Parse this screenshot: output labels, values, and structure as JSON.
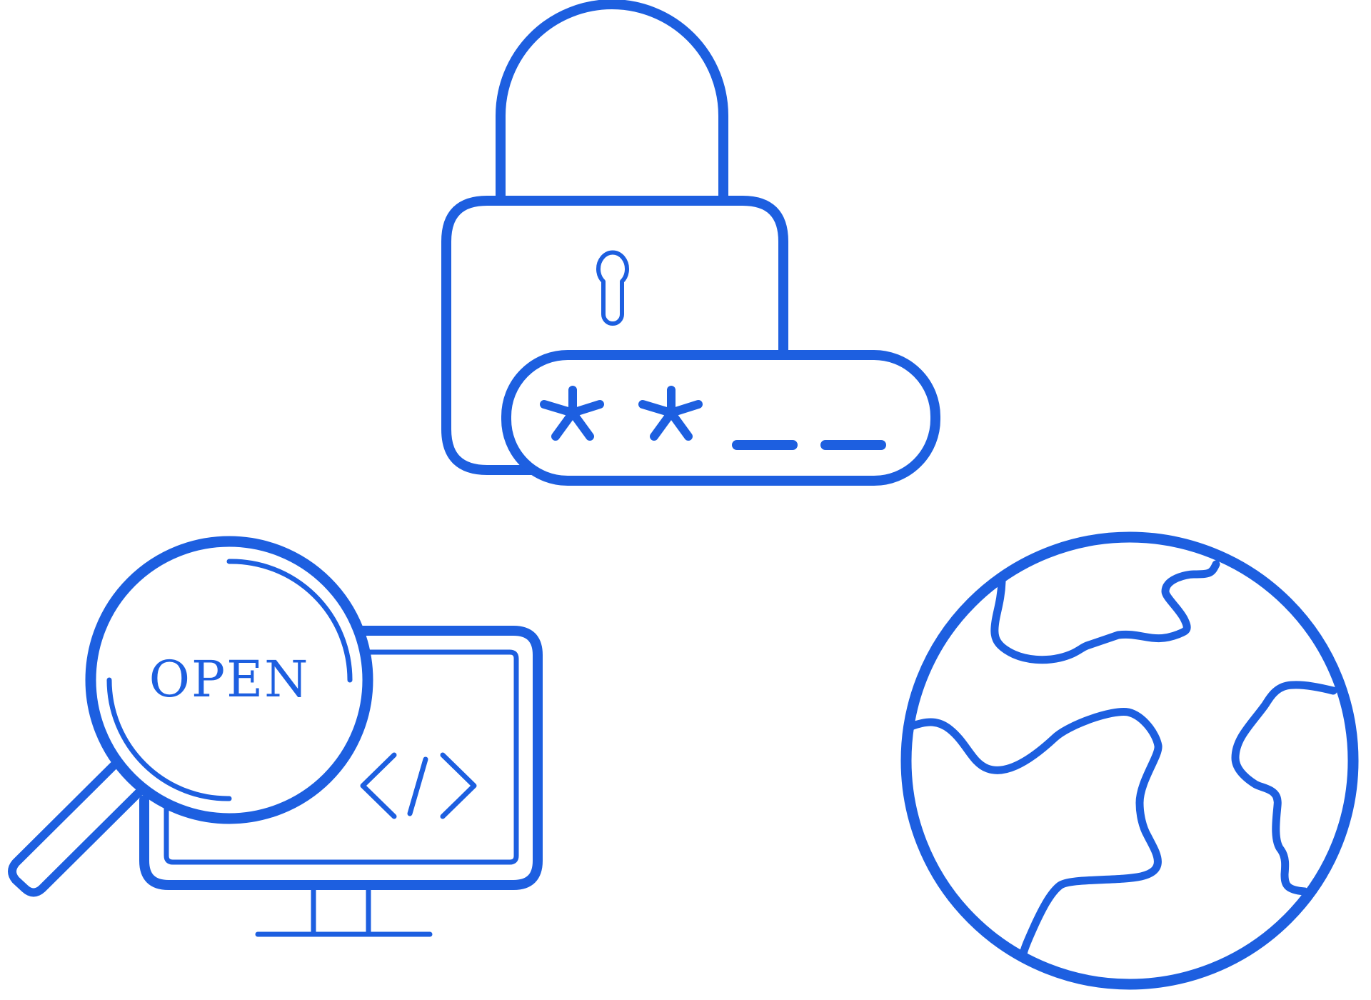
{
  "colors": {
    "line": "#1D5FE0",
    "background": "#FFFFFF"
  },
  "icons": [
    {
      "name": "padlock-icon"
    },
    {
      "name": "password-field-icon"
    },
    {
      "name": "magnifying-glass-icon"
    },
    {
      "name": "computer-monitor-icon"
    },
    {
      "name": "code-tag-icon"
    },
    {
      "name": "globe-icon"
    }
  ],
  "password_field": {
    "masked_characters": 2,
    "empty_slots": 2
  },
  "magnifier": {
    "label": "OPEN"
  },
  "monitor": {
    "code_symbol": "</>"
  }
}
